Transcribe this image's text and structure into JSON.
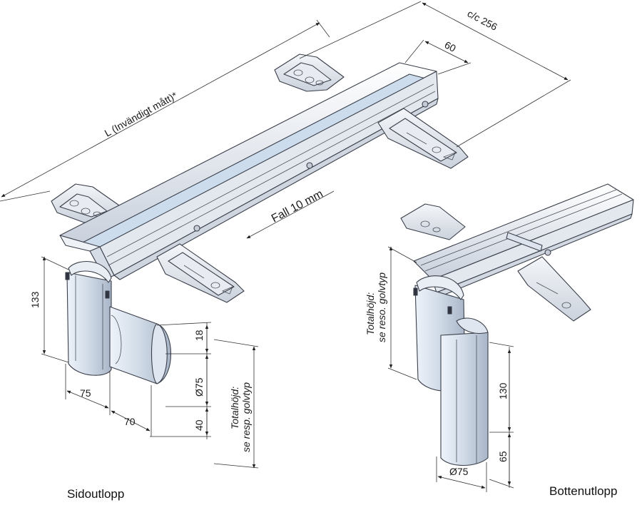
{
  "colors": {
    "metal_light": "#f3f6fa",
    "metal_mid": "#dfe4ec",
    "metal_dark": "#b9c1ce",
    "glass": "#c9dced",
    "outline": "#3a3f4a"
  },
  "dimensions": {
    "length_label": "L (Invändigt mått)*",
    "cc_label": "c/c 256",
    "width_label": "60",
    "fall_label": "Fall 10 mm",
    "side_height": "133",
    "side_18": "18",
    "side_d75": "Ø75",
    "side_40": "40",
    "side_75": "75",
    "side_70": "70",
    "side_total_1": "Totalhöjd:",
    "side_total_2": "se resp. golvtyp",
    "bottom_total_1": "Totalhöjd:",
    "bottom_total_2": "se reso. golvtyp",
    "bottom_130": "130",
    "bottom_65": "65",
    "bottom_d75": "Ø75"
  },
  "captions": {
    "side": "Sidoutlopp",
    "bottom": "Bottenutlopp"
  }
}
